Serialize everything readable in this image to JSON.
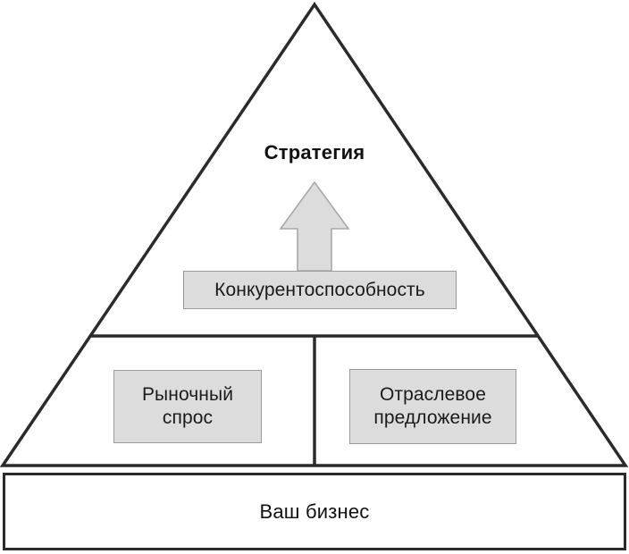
{
  "diagram": {
    "title": "Стратегия",
    "type": "pyramid-hierarchy",
    "apex_label": "Стратегия",
    "arrow": {
      "name": "upward-arrow",
      "direction": "up",
      "fill": "#dcdcdc",
      "stroke": "#9a9a9a"
    },
    "tiers": [
      {
        "name": "competitiveness",
        "label": "Конкурентоспособность",
        "fill": "#dcdcdc",
        "stroke": "#9a9a9a"
      },
      {
        "name": "market-demand",
        "label": "Рыночный\nспрос",
        "fill": "#dcdcdc",
        "stroke": "#9a9a9a"
      },
      {
        "name": "industry-supply",
        "label": "Отраслевое\nпредложение",
        "fill": "#dcdcdc",
        "stroke": "#9a9a9a"
      }
    ],
    "foundation": {
      "name": "your-business",
      "label": "Ваш бизнес",
      "fill": "#ffffff",
      "stroke": "#2b2b2b"
    },
    "colors": {
      "outline": "#2b2b2b",
      "box_fill": "#dcdcdc",
      "box_stroke": "#9a9a9a",
      "text": "#111111",
      "background": "#ffffff"
    }
  }
}
